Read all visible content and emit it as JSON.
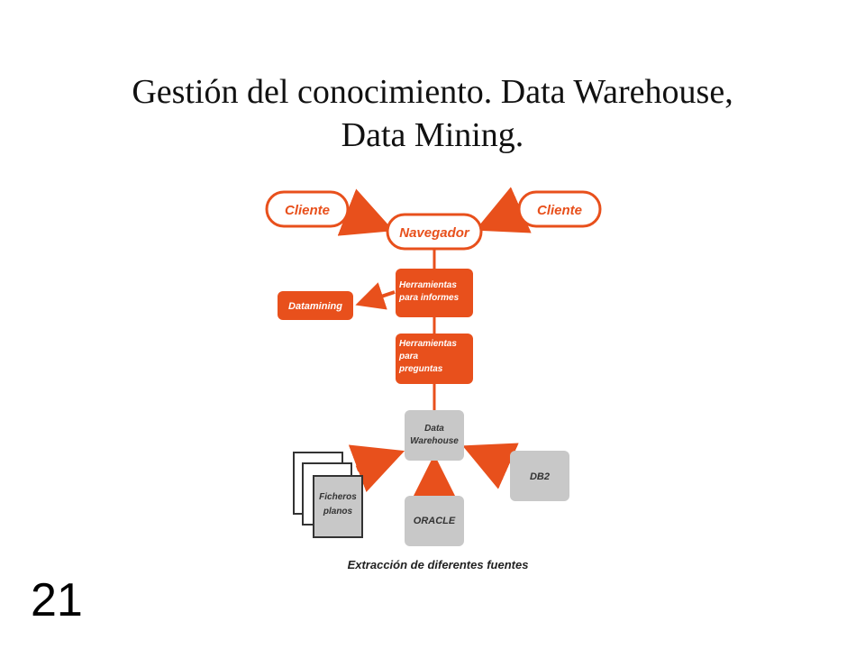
{
  "slide": {
    "title_line1": "Gestión del conocimiento. Data Warehouse,",
    "title_line2": "Data Mining.",
    "number": "21"
  },
  "diagram": {
    "colors": {
      "orange": "#e8501c",
      "gray": "#c8c8c8",
      "dark": "#333333",
      "white": "#ffffff"
    },
    "nodes": {
      "cliente_left": "Cliente",
      "cliente_right": "Cliente",
      "navegador": "Navegador",
      "herramientas_informes": [
        "Herramientas",
        "para informes"
      ],
      "datamining": "Datamining",
      "herramientas_preguntas": [
        "Herramientas",
        "para",
        "preguntas"
      ],
      "data_warehouse": [
        "Data",
        "Warehouse"
      ],
      "ficheros_planos": [
        "Ficheros",
        "planos"
      ],
      "oracle": "ORACLE",
      "db2": "DB2"
    },
    "caption": "Extracción de diferentes fuentes"
  }
}
